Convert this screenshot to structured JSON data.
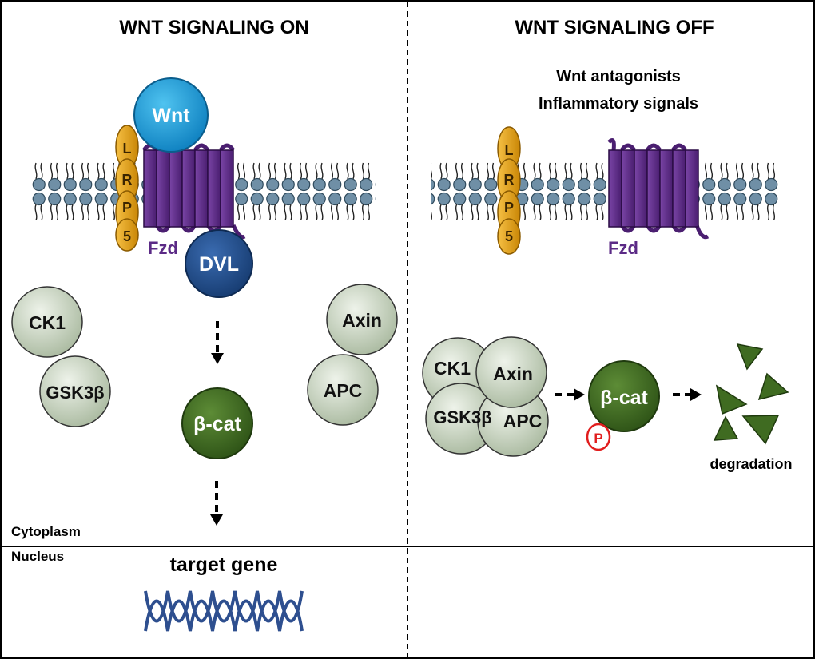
{
  "panels": {
    "on": {
      "title": "WNT SIGNALING ON",
      "lrp5_letters": [
        "L",
        "R",
        "P",
        "5"
      ],
      "wnt_label": "Wnt",
      "fzd_label": "Fzd",
      "dvl_label": "DVL",
      "ck1_label": "CK1",
      "gsk3b_label": "GSK3β",
      "axin_label": "Axin",
      "apc_label": "APC",
      "bcat_label": "β-cat"
    },
    "off": {
      "title": "WNT SIGNALING OFF",
      "signal_line1": "Wnt antagonists",
      "signal_line2": "Inflammatory signals",
      "lrp5_letters": [
        "L",
        "R",
        "P",
        "5"
      ],
      "fzd_label": "Fzd",
      "ck1_label": "CK1",
      "axin_label": "Axin",
      "gsk3b_label": "GSK3β",
      "apc_label": "APC",
      "bcat_label": "β-cat",
      "phospho_label": "P",
      "degradation_label": "degradation"
    }
  },
  "compartments": {
    "cytoplasm": "Cytoplasm",
    "nucleus": "Nucleus",
    "target_gene": "target gene"
  },
  "colors": {
    "lrp5": "#e6a312",
    "fzd": "#5b2a86",
    "wnt": "#1e9fd8",
    "dvl": "#23508f",
    "bcat": "#3f6b21",
    "complex": "#cfd9c6",
    "membrane_head": "#6f8fa6",
    "dna": "#2e4f8f",
    "phospho": "#e11d1d"
  }
}
